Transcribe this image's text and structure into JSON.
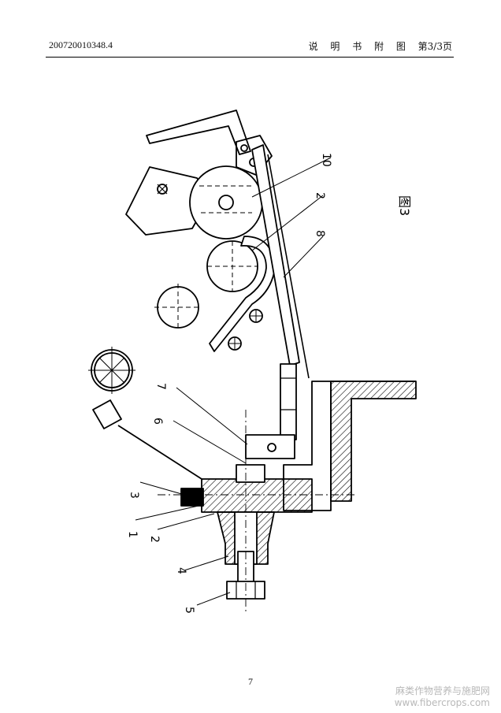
{
  "header": {
    "patent_no": "200720010348.4",
    "doc_type": "说 明 书 附 图",
    "page_ref": "第3/3页"
  },
  "figure": {
    "caption": "图3",
    "part_labels": [
      "10",
      "2",
      "8",
      "7",
      "6",
      "3",
      "1",
      "2",
      "4",
      "5"
    ]
  },
  "footer": {
    "page_number": "7"
  },
  "watermark": {
    "line1": "麻类作物营养与施肥网",
    "line2": "www.fibercrops.com"
  }
}
